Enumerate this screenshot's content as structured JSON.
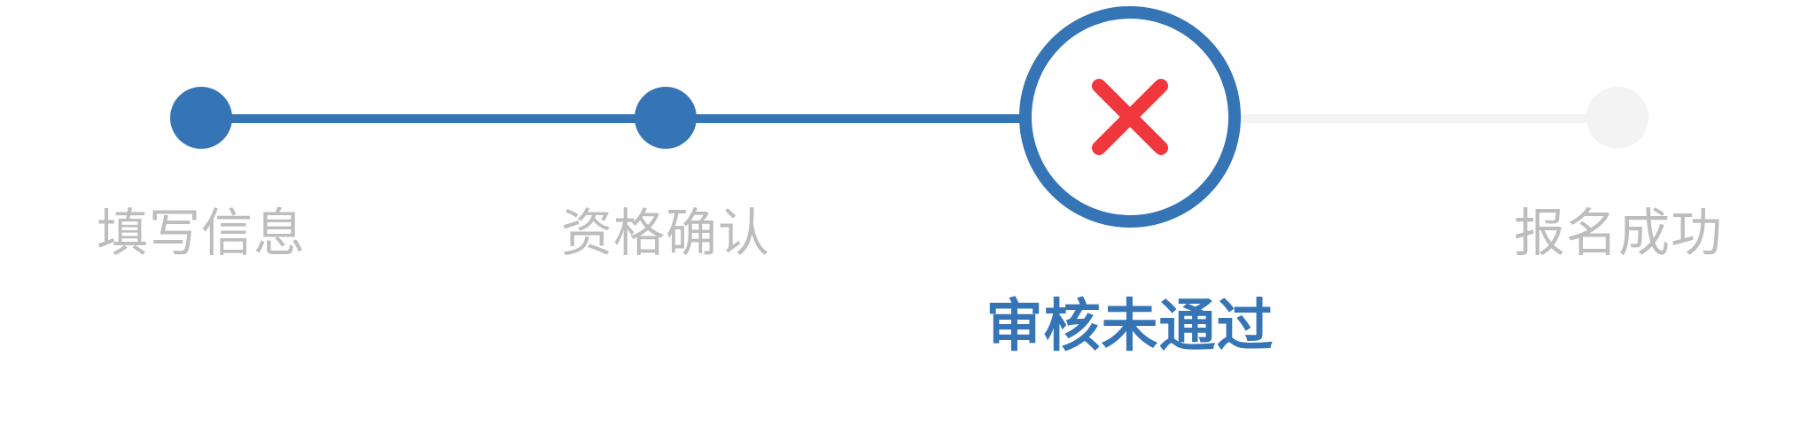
{
  "steps": [
    {
      "label": "填写信息",
      "state": "done"
    },
    {
      "label": "资格确认",
      "state": "done"
    },
    {
      "label": "审核未通过",
      "state": "failed"
    },
    {
      "label": "报名成功",
      "state": "pending"
    }
  ],
  "colors": {
    "primary": "#3574b5",
    "error": "#f0373d",
    "pending": "#f3f3f3",
    "inactive_text": "#bdbdbd"
  },
  "icons": {
    "failed_step": "close-icon"
  }
}
